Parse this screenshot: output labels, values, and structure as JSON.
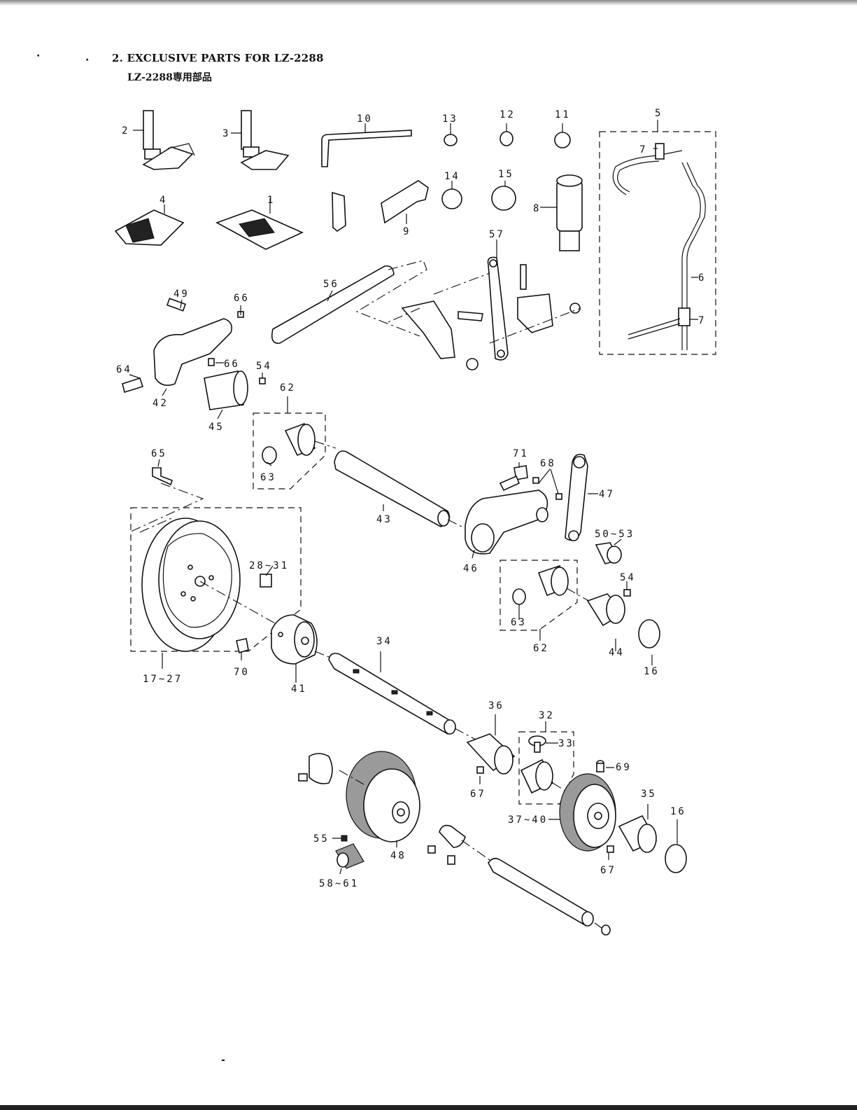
{
  "header": {
    "title_en": "2. EXCLUSIVE PARTS FOR LZ-2288",
    "title_jp": "LZ-2288専用部品"
  },
  "callouts": [
    {
      "id": "c1",
      "text": "1"
    },
    {
      "id": "c2",
      "text": "2"
    },
    {
      "id": "c3",
      "text": "3"
    },
    {
      "id": "c4",
      "text": "4"
    },
    {
      "id": "c5",
      "text": "5"
    },
    {
      "id": "c6",
      "text": "6"
    },
    {
      "id": "c7a",
      "text": "7"
    },
    {
      "id": "c7b",
      "text": "7"
    },
    {
      "id": "c8",
      "text": "8"
    },
    {
      "id": "c9",
      "text": "9"
    },
    {
      "id": "c10",
      "text": "10"
    },
    {
      "id": "c11",
      "text": "11"
    },
    {
      "id": "c12",
      "text": "12"
    },
    {
      "id": "c13",
      "text": "13"
    },
    {
      "id": "c14",
      "text": "14"
    },
    {
      "id": "c15",
      "text": "15"
    },
    {
      "id": "c57",
      "text": "57"
    },
    {
      "id": "c56",
      "text": "56"
    },
    {
      "id": "c49",
      "text": "49"
    },
    {
      "id": "c66a",
      "text": "66"
    },
    {
      "id": "c66b",
      "text": "66"
    },
    {
      "id": "c64",
      "text": "64"
    },
    {
      "id": "c54a",
      "text": "54"
    },
    {
      "id": "c42",
      "text": "42"
    },
    {
      "id": "c62a",
      "text": "62"
    },
    {
      "id": "c45",
      "text": "45"
    },
    {
      "id": "c63a",
      "text": "63"
    },
    {
      "id": "c65",
      "text": "65"
    },
    {
      "id": "c71",
      "text": "71"
    },
    {
      "id": "c68",
      "text": "68"
    },
    {
      "id": "c47",
      "text": "47"
    },
    {
      "id": "c43",
      "text": "43"
    },
    {
      "id": "c5053",
      "text": "50~53"
    },
    {
      "id": "c2831",
      "text": "28~31"
    },
    {
      "id": "c46",
      "text": "46"
    },
    {
      "id": "c54b",
      "text": "54"
    },
    {
      "id": "c63b",
      "text": "63"
    },
    {
      "id": "c62b",
      "text": "62"
    },
    {
      "id": "c44",
      "text": "44"
    },
    {
      "id": "c16a",
      "text": "16"
    },
    {
      "id": "c34",
      "text": "34"
    },
    {
      "id": "c70",
      "text": "70"
    },
    {
      "id": "c1727",
      "text": "17~27"
    },
    {
      "id": "c41",
      "text": "41"
    },
    {
      "id": "c36",
      "text": "36"
    },
    {
      "id": "c32",
      "text": "32"
    },
    {
      "id": "c33",
      "text": "33"
    },
    {
      "id": "c69",
      "text": "69"
    },
    {
      "id": "c35",
      "text": "35"
    },
    {
      "id": "c16b",
      "text": "16"
    },
    {
      "id": "c67a",
      "text": "67"
    },
    {
      "id": "c3740",
      "text": "37~40"
    },
    {
      "id": "c67b",
      "text": "67"
    },
    {
      "id": "c55",
      "text": "55"
    },
    {
      "id": "c48",
      "text": "48"
    },
    {
      "id": "c5861",
      "text": "58~61"
    }
  ],
  "footer_mark": "-"
}
